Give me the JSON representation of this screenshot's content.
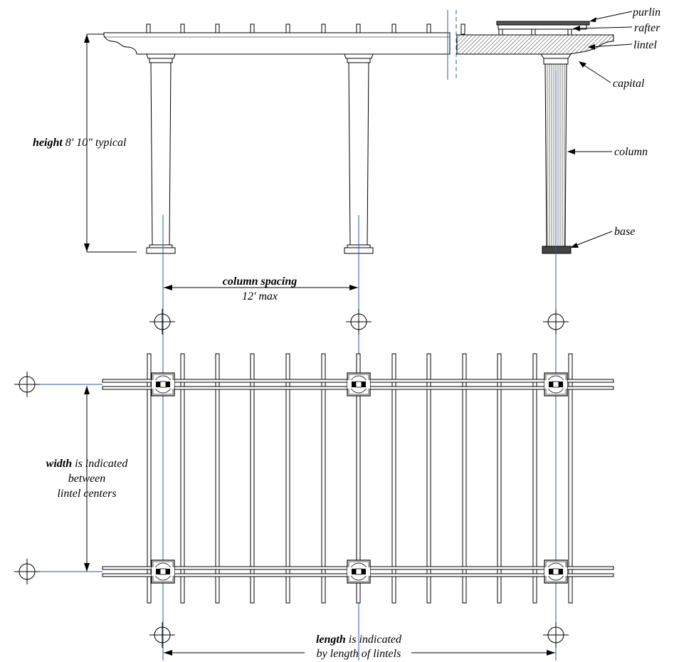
{
  "labels": {
    "purlin": "purlin",
    "rafter": "rafter",
    "lintel": "lintel",
    "capital": "capital",
    "column": "column",
    "base": "base"
  },
  "height": {
    "bold": "height",
    "rest": " 8' 10\" typical"
  },
  "spacing": {
    "line1": "column spacing",
    "line2": "12' max"
  },
  "width": {
    "bold": "width",
    "rest": " is indicated",
    "line2": "between",
    "line3": "lintel centers"
  },
  "length": {
    "bold": "length",
    "rest": " is indicated",
    "line2": "by length of lintels"
  }
}
